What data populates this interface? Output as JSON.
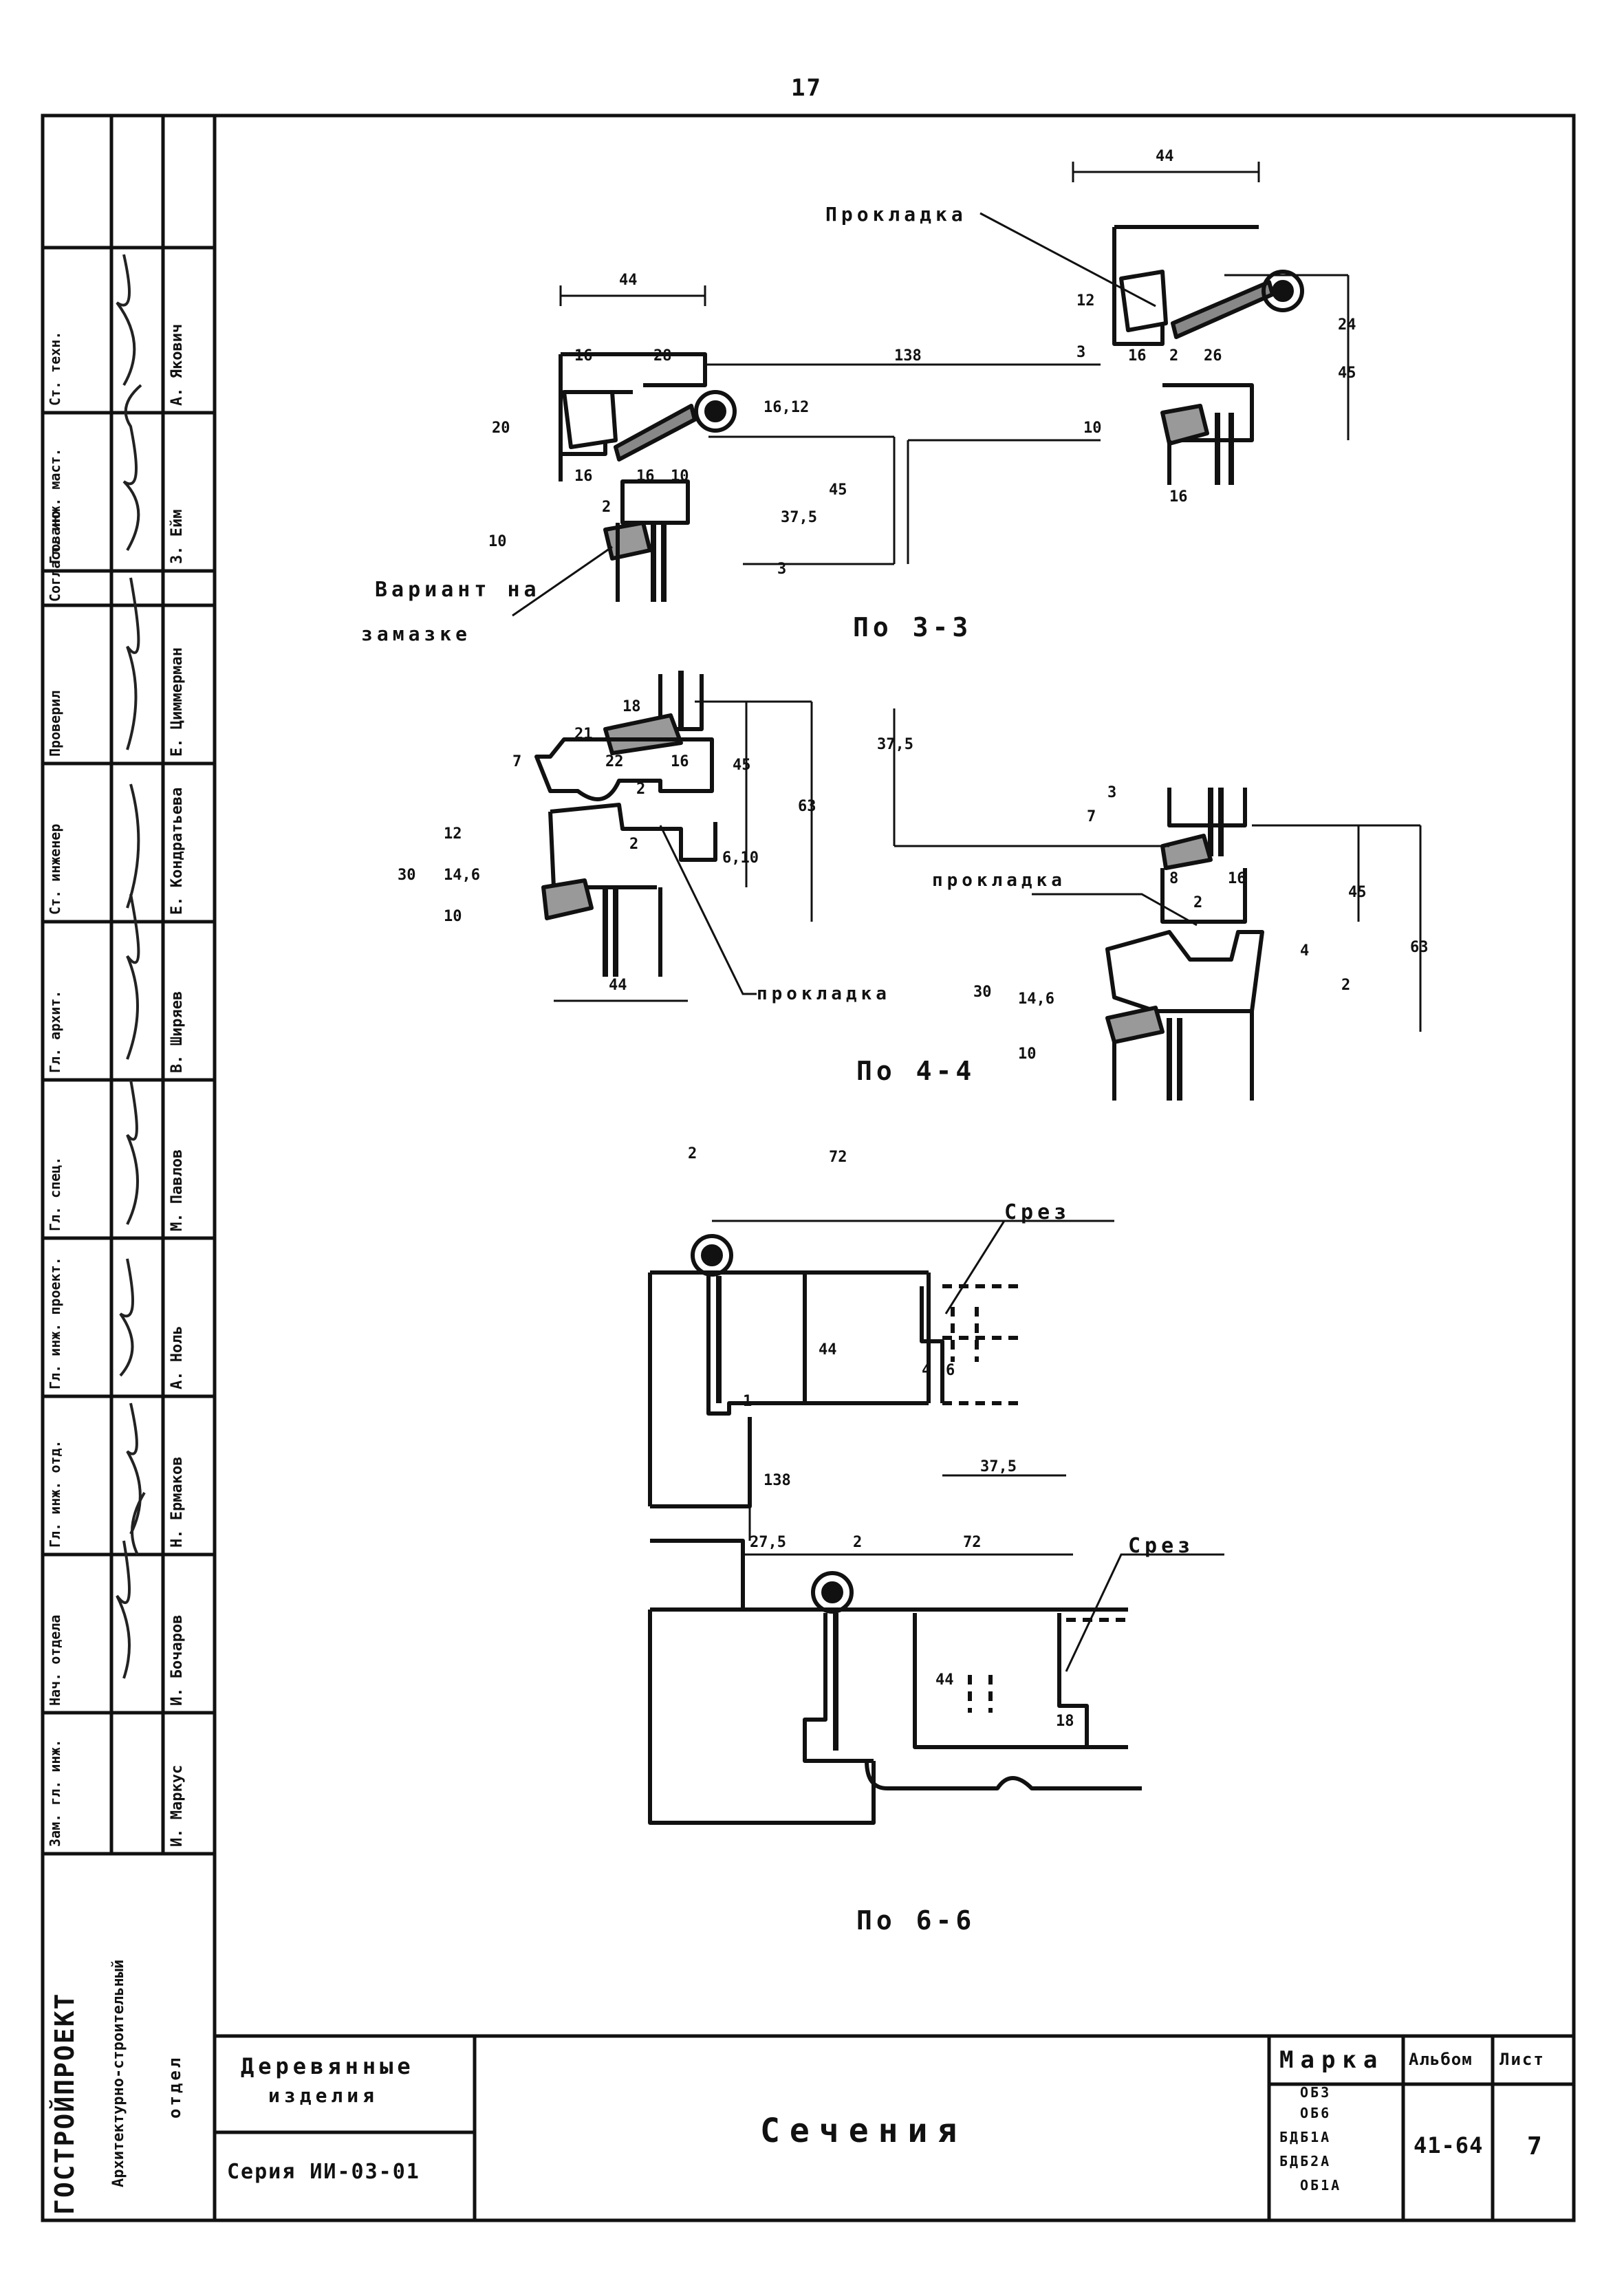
{
  "page_number": "17",
  "left_stamp": {
    "organization": "ГОСТРОЙПРОЕКТ",
    "department_line1": "Архитектурно-строительный",
    "department_line2": "отдел",
    "roles": [
      {
        "role": "Зам. гл. инж.",
        "name": "И. Маркус"
      },
      {
        "role": "Нач. отдела",
        "name": "И. Бочаров"
      },
      {
        "role": "Гл. инж. отд.",
        "name": "Н. Ермаков"
      },
      {
        "role": "Гл. инж. проект.",
        "name": "А. Ноль"
      },
      {
        "role": "Гл. спец.",
        "name": "М. Павлов"
      },
      {
        "role": "Гл. архит.",
        "name": "В. Ширяев"
      },
      {
        "role": "Ст. инженер",
        "name": "Е. Кондратьева"
      },
      {
        "role": "Проверил",
        "name": "Е. Циммерман"
      },
      {
        "role": "Согласовано",
        "name": ""
      },
      {
        "role": "Гл. инж. маст.",
        "name": "З. Ейм"
      },
      {
        "role": "Ст. техн.",
        "name": "А. Якович"
      }
    ]
  },
  "labels": {
    "variant_line1": "Вариант на",
    "variant_line2": "замазке",
    "gasket_1": "Прокладка",
    "gasket_2": "прокладка",
    "gasket_3": "прокладка",
    "section_33": "По 3-3",
    "section_44": "По 4-4",
    "section_66": "По 6-6",
    "cut_1": "Срез",
    "cut_2": "Срез"
  },
  "dimensions": {
    "s33_left": [
      "44",
      "16",
      "28",
      "20",
      "16",
      "16",
      "10",
      "2",
      "10"
    ],
    "s33_mid": [
      "138",
      "16,12",
      "45",
      "37,5",
      "3"
    ],
    "s33_right": [
      "44",
      "12",
      "3",
      "16",
      "2",
      "26",
      "10",
      "16",
      "24",
      "45"
    ],
    "s44_left": [
      "18",
      "21",
      "7",
      "22",
      "16",
      "2",
      "45",
      "63",
      "30",
      "10",
      "14,6",
      "12",
      "6,10",
      "2",
      "44"
    ],
    "s44_right": [
      "37,5",
      "7",
      "3",
      "8",
      "2",
      "16",
      "45",
      "63",
      "30",
      "10",
      "14,6",
      "4",
      "2"
    ],
    "s66": [
      "2",
      "72",
      "44",
      "4",
      "6",
      "1",
      "138",
      "37,5",
      "27,5",
      "2",
      "72",
      "44",
      "18"
    ]
  },
  "title_block": {
    "product_line1": "Деревянные",
    "product_line2": "изделия",
    "series": "Серия ИИ-03-01",
    "sheet_title": "Сечения",
    "mark_label": "Марка",
    "marks": [
      "ОБ3",
      "ОБ6",
      "БДБ1А",
      "БДБ2А",
      "ОБ1А"
    ],
    "album_label": "Альбом",
    "album_value": "41-64",
    "sheet_label": "Лист",
    "sheet_value": "7"
  }
}
